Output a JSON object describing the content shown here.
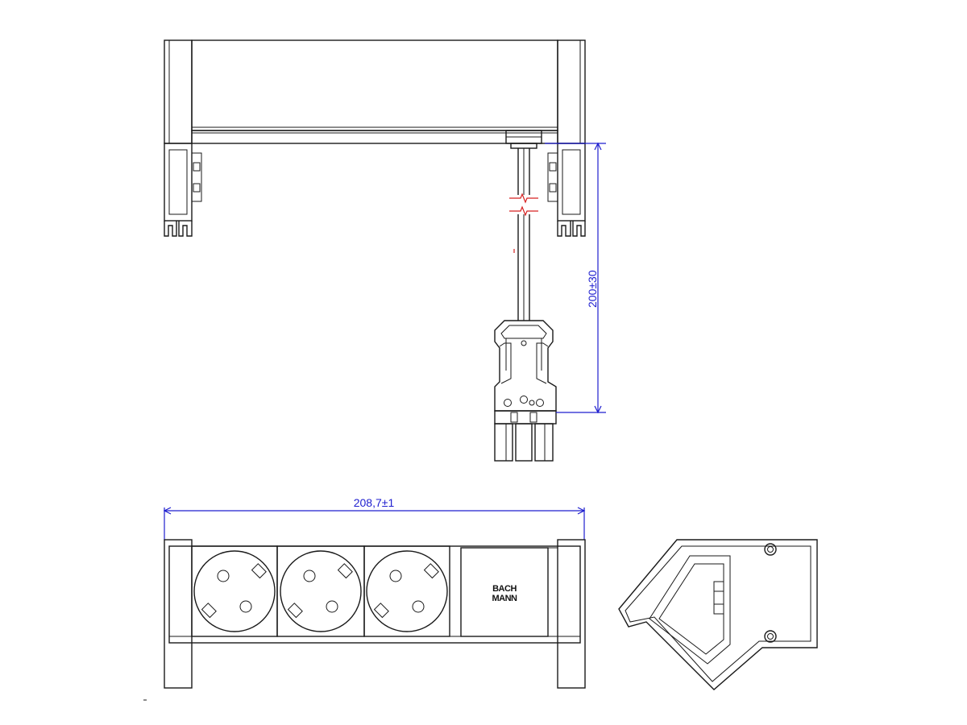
{
  "dimensions": {
    "cable_length": "200±30",
    "width": "208,7±1"
  },
  "logo": {
    "line1": "BACH",
    "line2": "MANN"
  },
  "colors": {
    "dimension": "#1e1ecf",
    "break_mark": "#d62020",
    "outline": "#1a1a1a"
  },
  "sockets": {
    "count": 3
  }
}
